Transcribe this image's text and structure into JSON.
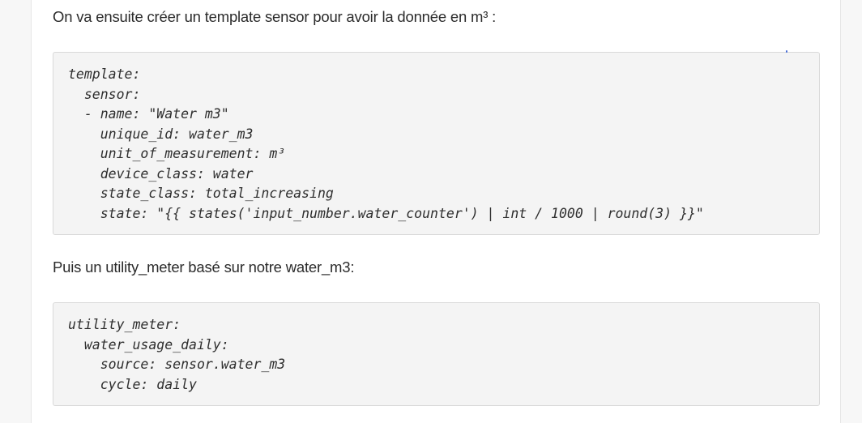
{
  "intro_text": "On va ensuite créer un template sensor pour avoir la donnée en m³ :",
  "template_code": [
    "template:",
    "  sensor:",
    "  - name: \"Water m3\"",
    "    unique_id: water_m3",
    "    unit_of_measurement: m³",
    "    device_class: water",
    "    state_class: total_increasing",
    "    state: \"{{ states('input_number.water_counter') | int / 1000 | round(3) }}\""
  ],
  "followup_text": "Puis un utility_meter basé sur notre water_m3:",
  "utility_code": [
    "utility_meter:",
    "  water_usage_daily:",
    "    source: sensor.water_m3",
    "    cycle: daily"
  ]
}
